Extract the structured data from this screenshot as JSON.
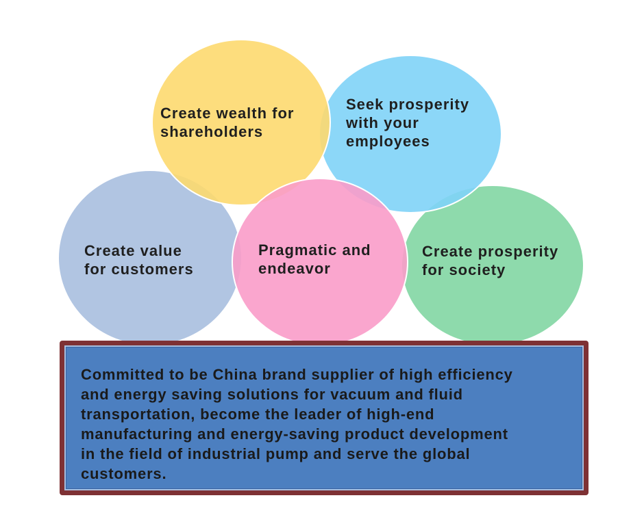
{
  "circles": {
    "wealth": {
      "label": "Create wealth for\nshareholders",
      "color": "#fdd96f"
    },
    "employees": {
      "label": "Seek prosperity\nwith your\nemployees",
      "color": "#7fd3f7"
    },
    "customers": {
      "label": "Create value\nfor customers",
      "color": "#a8bfdf"
    },
    "pragmatic": {
      "label": "Pragmatic and\nendeavor",
      "color": "#f99cc9"
    },
    "society": {
      "label": "Create prosperity\nfor society",
      "color": "#82d6a3"
    }
  },
  "mission": {
    "text": "Committed to be China brand supplier of high efficiency\nand energy saving solutions for vacuum and fluid\ntransportation, become the leader of high-end\nmanufacturing and energy-saving product development\nin the field of industrial pump and serve the global\ncustomers."
  }
}
